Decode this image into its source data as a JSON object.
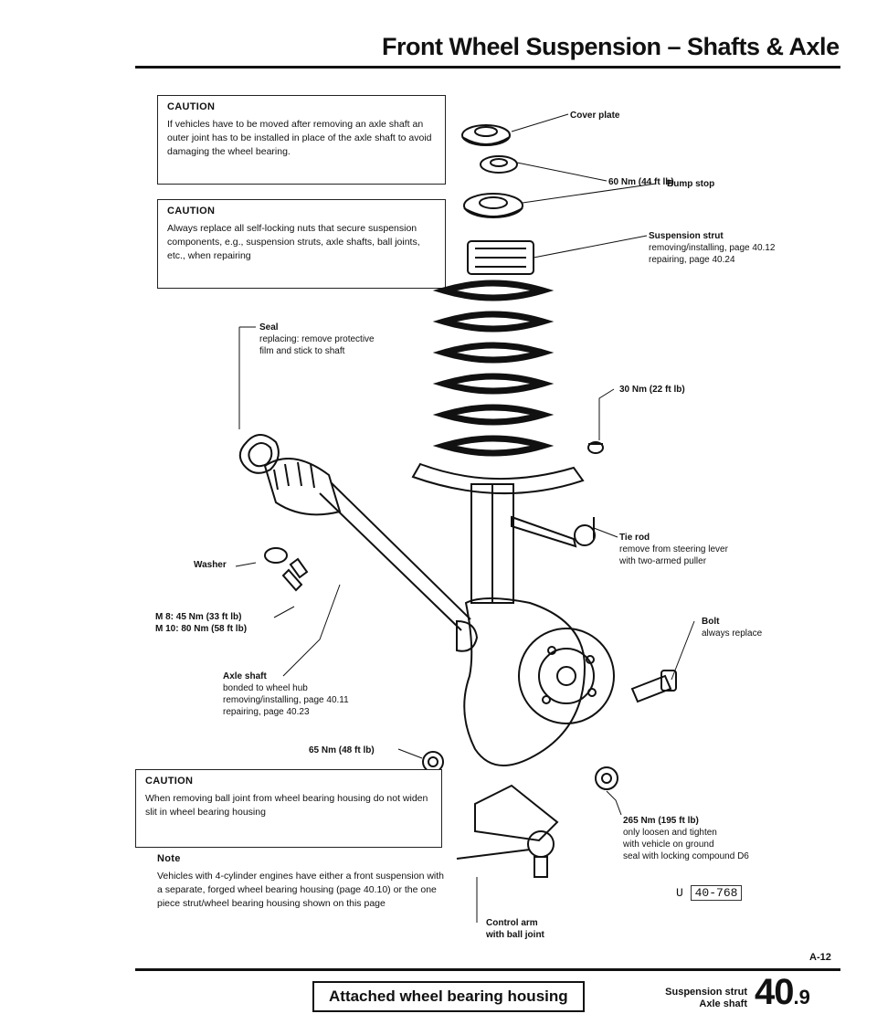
{
  "header": {
    "title": "Front Wheel Suspension – Shafts & Axle"
  },
  "cautions": {
    "top1": {
      "title": "CAUTION",
      "text": "If vehicles have to be moved after removing an axle shaft an outer joint has to be installed in place of the axle shaft to avoid damaging the wheel bearing."
    },
    "top2": {
      "title": "CAUTION",
      "text": "Always replace all self-locking nuts that secure suspension components, e.g., suspension struts, axle shafts, ball joints, etc., when repairing"
    },
    "bottom": {
      "title": "CAUTION",
      "text": "When removing ball joint from wheel bearing housing do not widen slit in wheel bearing housing"
    }
  },
  "note": {
    "title": "Note",
    "text": "Vehicles with 4-cylinder engines have either a front suspension with a separate, forged wheel bearing housing (page 40.10) or the one piece strut/wheel bearing housing shown on this page"
  },
  "labels": {
    "cover_plate": "Cover plate",
    "torque_60": "60 Nm (44 ft lb)",
    "bump_stop": "Bump stop",
    "strut_title": "Suspension strut",
    "strut_l1": "removing/installing, page 40.12",
    "strut_l2": "repairing, page 40.24",
    "seal_title": "Seal",
    "seal_l1": "replacing: remove protective",
    "seal_l2": "film and stick to shaft",
    "torque_30": "30 Nm (22 ft lb)",
    "tierod_title": "Tie rod",
    "tierod_l1": "remove from steering lever",
    "tierod_l2": "with two-armed puller",
    "washer": "Washer",
    "m8": "M 8: 45 Nm (33 ft lb)",
    "m10": "M 10: 80 Nm (58 ft lb)",
    "bolt_title": "Bolt",
    "bolt_l1": "always replace",
    "axle_title": "Axle shaft",
    "axle_l1": "bonded to wheel hub",
    "axle_l2": "removing/installing, page 40.11",
    "axle_l3": "repairing, page 40.23",
    "torque_65": "65 Nm (48 ft lb)",
    "torque_265": "265 Nm (195 ft lb)",
    "t265_l1": "only loosen and tighten",
    "t265_l2": "with vehicle on ground",
    "t265_l3": "seal with locking compound D6",
    "control_arm_l1": "Control arm",
    "control_arm_l2": "with ball joint"
  },
  "stamp": {
    "text": "40-768",
    "prefix": "U"
  },
  "page_code": "A-12",
  "footer": {
    "box_label": "Attached wheel bearing housing",
    "section_l1": "Suspension strut",
    "section_l2": "Axle shaft",
    "page_main": "40",
    "page_sub": ".9"
  }
}
